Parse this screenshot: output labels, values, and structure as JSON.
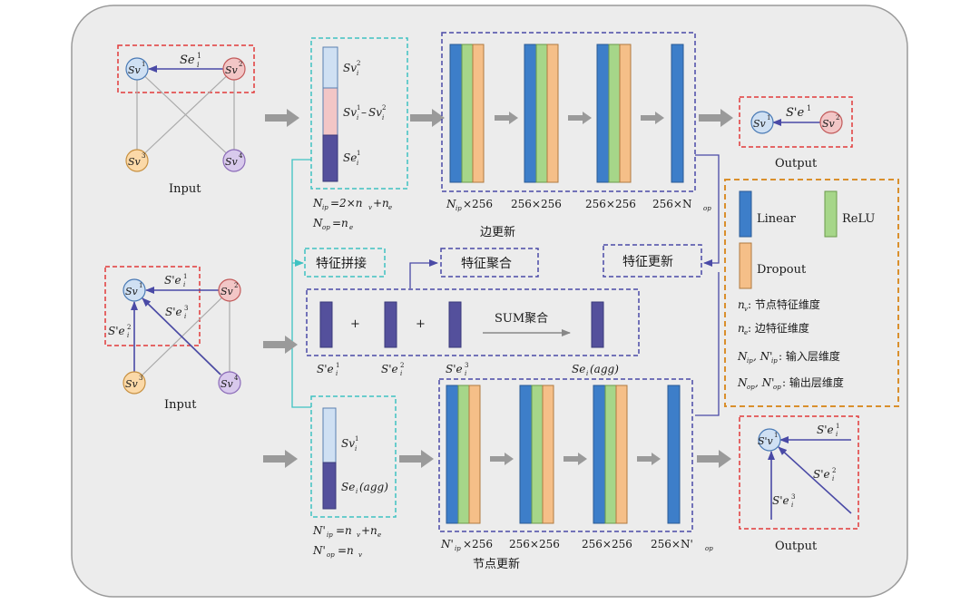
{
  "colors": {
    "background": "#ececec",
    "linear": "#3d7ec9",
    "relu": "#a6d689",
    "dropout": "#f5bf88",
    "slot": "#54509c",
    "red_dash": "#e23a3a",
    "teal_dash": "#3ec2c2",
    "blue_dash": "#4a4aa6",
    "orange_dash": "#d98f2c",
    "node_blue": "#cfe0f3",
    "node_red": "#f2c6c6",
    "node_orange": "#fbd9a8",
    "node_purple": "#d8c9ec"
  },
  "graphs": {
    "input_label_top": "Input",
    "input_label_mid": "Input",
    "output_label_top": "Output",
    "output_label_bottom": "Output",
    "node_sv1": "Sv",
    "node_sv2": "Sv",
    "node_sv3": "Sv",
    "node_sv4": "Sv",
    "node_sub": "i",
    "node_sup1": "1",
    "node_sup2": "2",
    "node_sup3": "3",
    "node_sup4": "4",
    "edge_se": "Se",
    "edge_se_prime": "S'e",
    "node_sv_prime": "S'v"
  },
  "edge_update": {
    "concat_items": [
      "Sv",
      "Sv",
      "Se"
    ],
    "concat_formula": "N",
    "nip_formula": "=2×n",
    "nop_formula": "=n",
    "layer_labels": [
      "×256",
      "256×256",
      "256×256",
      "256×N"
    ],
    "section_title": "边更新"
  },
  "aggregation": {
    "concat_title": "特征拼接",
    "agg_title": "特征聚合",
    "update_title": "特征更新",
    "plus": "+",
    "sum_label": "SUM聚合",
    "agg_result": "Se",
    "agg_result_suffix": " (agg)"
  },
  "node_update": {
    "concat_items": [
      "Sv",
      "Se"
    ],
    "concat_item2_suffix": " (agg)",
    "nip_formula": "=n",
    "nop_formula": "=n",
    "layer_labels": [
      "×256",
      "256×256",
      "256×256",
      "256×N'"
    ],
    "section_title": "节点更新"
  },
  "legend": {
    "linear": "Linear",
    "relu": "ReLU",
    "dropout": "Dropout",
    "nv_desc": ": 节点特征维度",
    "ne_desc": ": 边特征维度",
    "in_desc": ": 输入层维度",
    "out_desc": ": 输出层维度"
  }
}
